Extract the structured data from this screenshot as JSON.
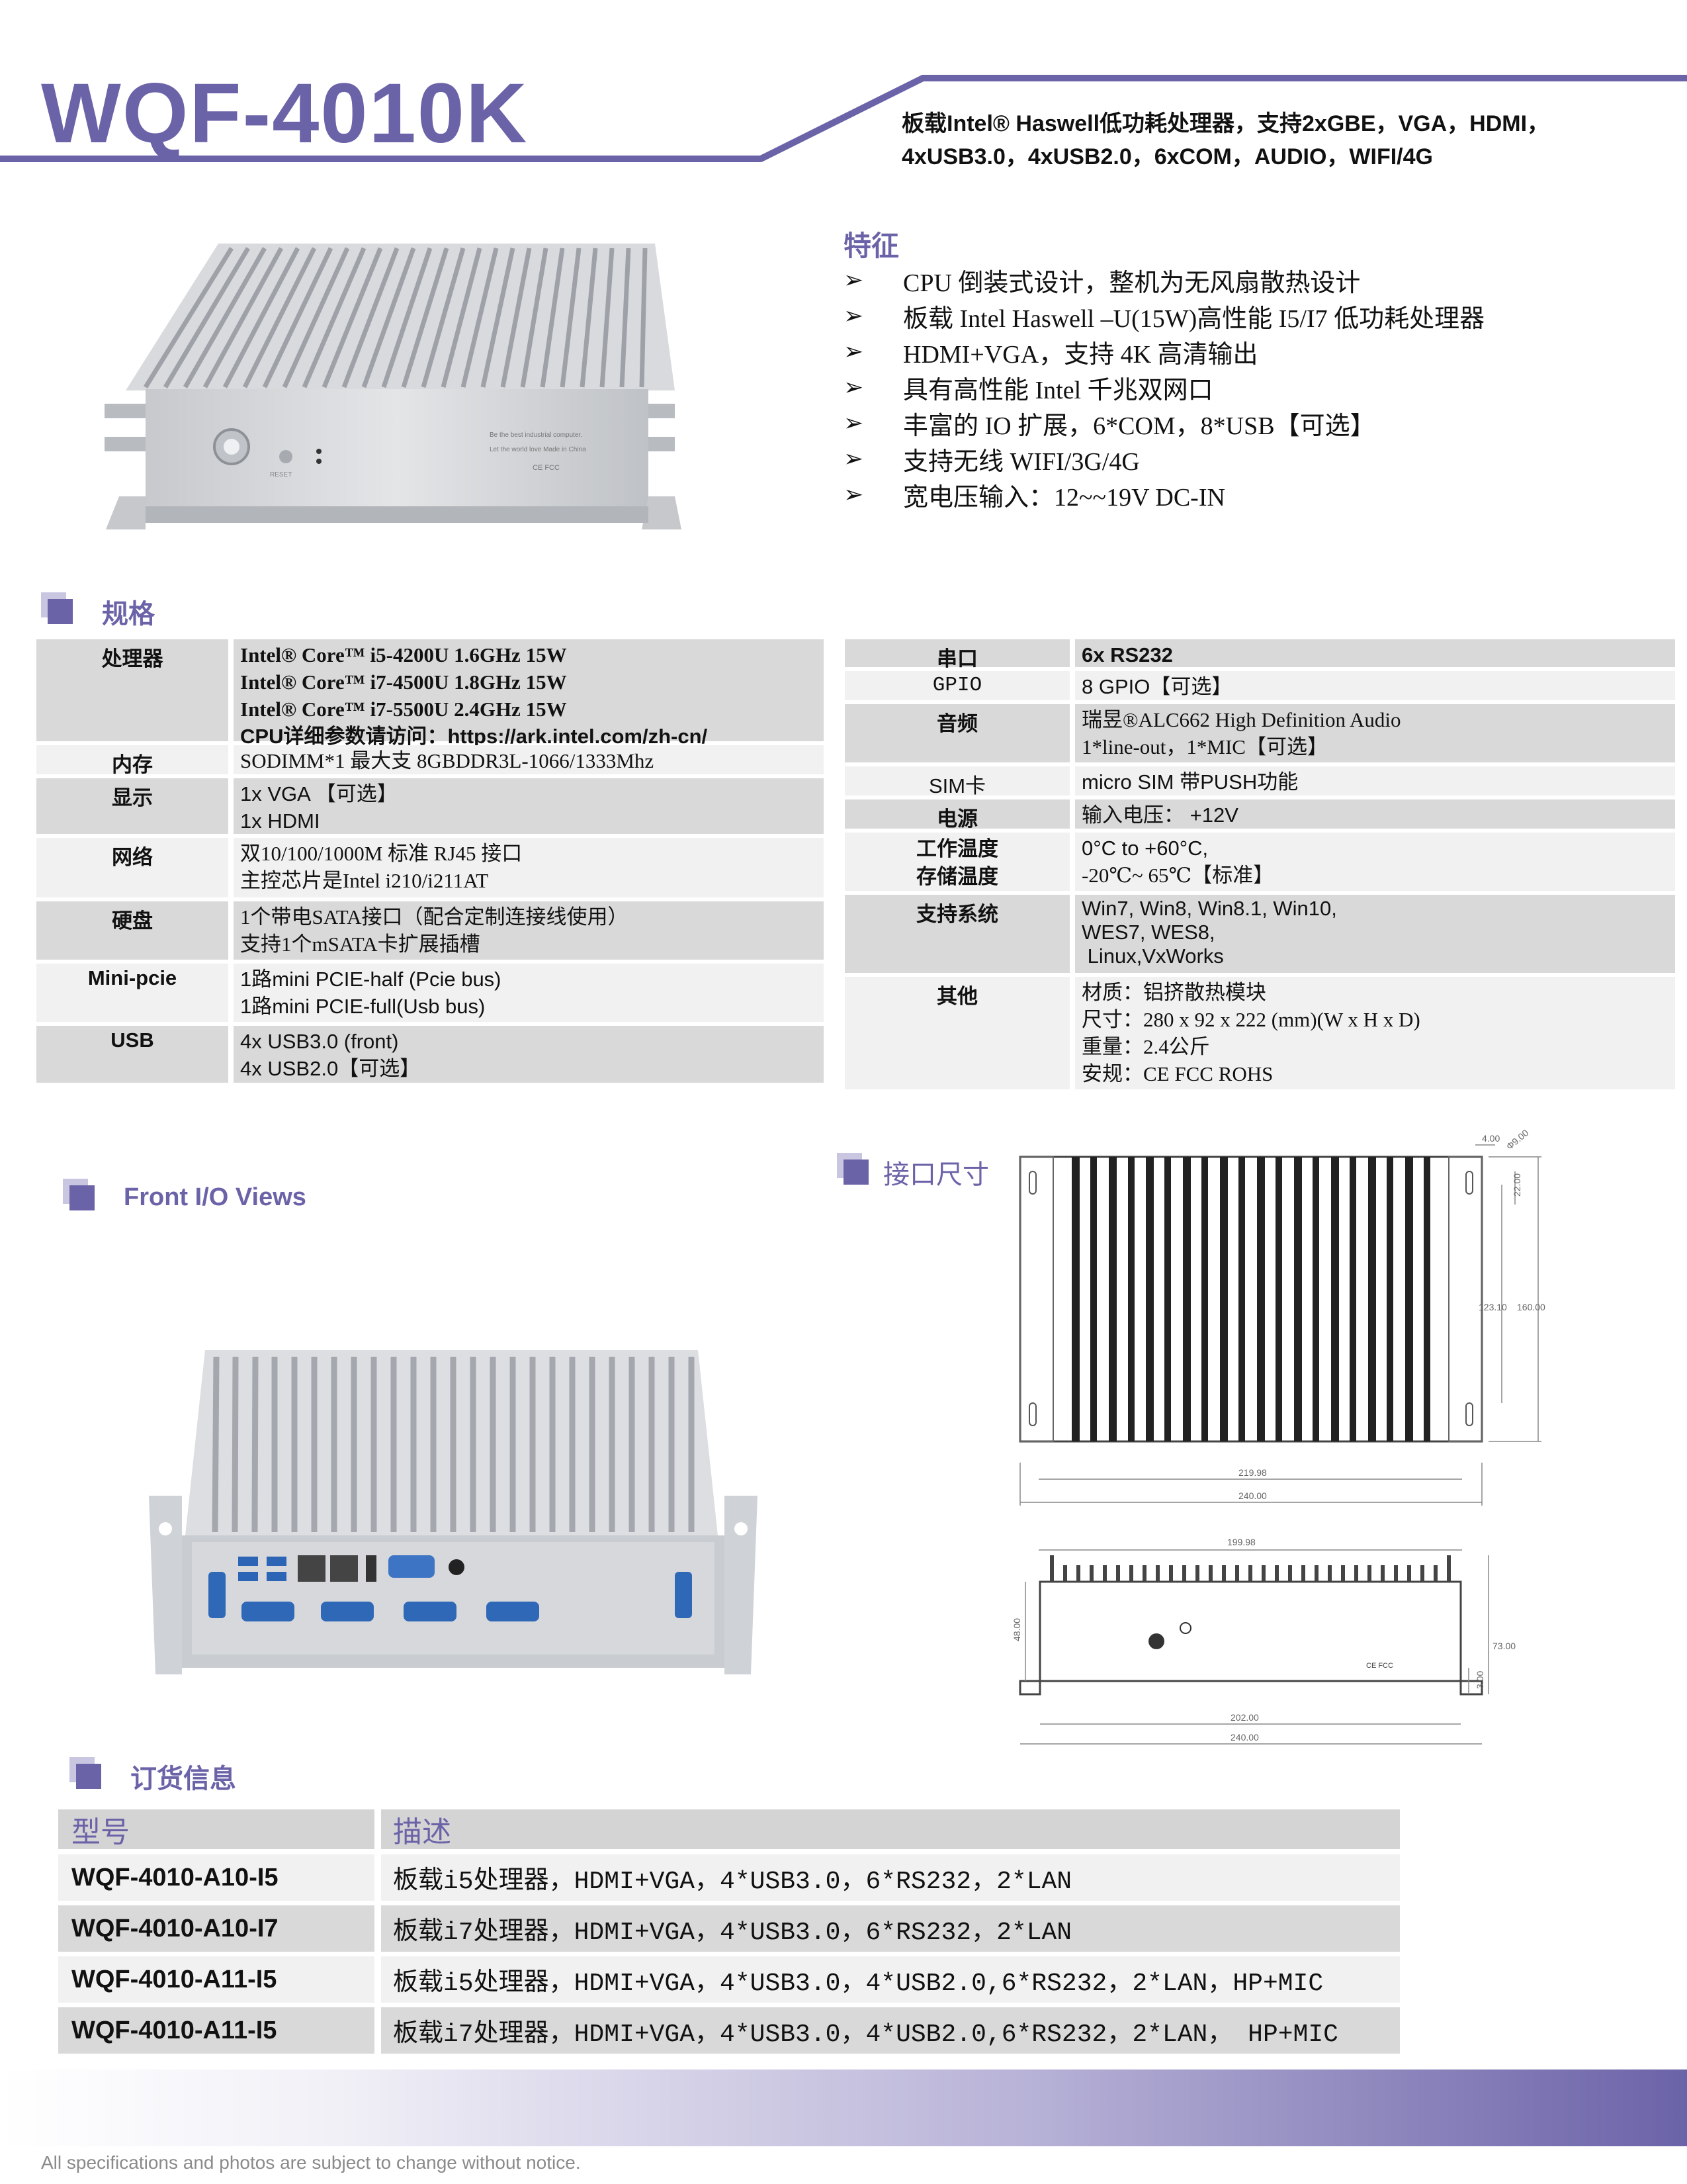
{
  "header": {
    "title": "WQF-4010K",
    "subtitle_line1": "板载Intel® Haswell低功耗处理器，支持2xGBE，VGA，HDMI，",
    "subtitle_line2": "4xUSB3.0，4xUSB2.0，6xCOM，AUDIO，WIFI/4G"
  },
  "colors": {
    "accent": "#6b63a8",
    "accent_light": "#c9c6e2",
    "row_dark": "#d9d9d9",
    "row_light": "#f1f1f1"
  },
  "features": {
    "title": "特征",
    "items": [
      "CPU 倒装式设计，整机为无风扇散热设计",
      "板载 Intel Haswell –U(15W)高性能 I5/I7 低功耗处理器",
      "HDMI+VGA，支持 4K 高清输出",
      "具有高性能 Intel 千兆双网口",
      "丰富的 IO 扩展，6*COM，8*USB【可选】",
      "支持无线 WIFI/3G/4G",
      "宽电压输入：12~~19V DC-IN"
    ]
  },
  "product_image": {
    "front_text_1": "Be the best industrial computer.",
    "front_text_2": "Let the world love Made in China",
    "cert": "CE   FCC",
    "reset_label": "RESET"
  },
  "specs": {
    "title": "规格",
    "left": [
      {
        "key": "处理器",
        "lines": [
          "Intel® Core™ i5-4200U 1.6GHz  15W",
          "Intel® Core™ i7-4500U 1.8GHz  15W",
          "Intel® Core™ i7-5500U 2.4GHz  15W",
          "CPU详细参数请访问：https://ark.intel.com/zh-cn/"
        ]
      },
      {
        "key": "内存",
        "lines": [
          "SODIMM*1 最大支 8GBDDR3L-1066/1333Mhz"
        ]
      },
      {
        "key": "显示",
        "lines": [
          "1x VGA  【可选】",
          "1x HDMI"
        ]
      },
      {
        "key": "网络",
        "lines": [
          "双10/100/1000M 标准 RJ45 接口",
          "主控芯片是Intel i210/i211AT"
        ]
      },
      {
        "key": "硬盘",
        "lines": [
          "1个带电SATA接口（配合定制连接线使用）",
          "支持1个mSATA卡扩展插槽"
        ]
      },
      {
        "key": "Mini-pcie",
        "lines": [
          "1路mini PCIE-half (Pcie bus)",
          "1路mini PCIE-full(Usb bus)"
        ]
      },
      {
        "key": "USB",
        "lines": [
          "4x USB3.0 (front)",
          "4x USB2.0【可选】"
        ]
      }
    ],
    "right": [
      {
        "key": "串口",
        "lines": [
          "6x RS232"
        ]
      },
      {
        "key": "GPIO",
        "lines": [
          "8 GPIO【可选】"
        ]
      },
      {
        "key": "音频",
        "lines": [
          "瑞昱®ALC662 High Definition Audio",
          "1*line-out，1*MIC【可选】"
        ]
      },
      {
        "key": "SIM卡",
        "lines": [
          "micro SIM 带PUSH功能"
        ]
      },
      {
        "key": "电源",
        "lines": [
          "输入电压： +12V"
        ]
      },
      {
        "key": "工作温度\n存储温度",
        "lines": [
          "0°C to +60°C,",
          "-20℃~ 65℃【标准】"
        ]
      },
      {
        "key": "支持系统",
        "lines": [
          "Win7, Win8, Win8.1, Win10,",
          "WES7, WES8,",
          " Linux,VxWorks"
        ]
      },
      {
        "key": "其他",
        "lines": [
          "材质：铝挤散热模块",
          "尺寸：280 x 92 x 222 (mm)(W x H x D)",
          "重量：2.4公斤",
          "安规：CE FCC ROHS"
        ]
      }
    ]
  },
  "front_io": {
    "title": "Front I/O Views"
  },
  "dimensions": {
    "title": "接口尺寸",
    "labels": {
      "d1": "4.00",
      "d2": "Φ9.00",
      "d3": "22.00",
      "d4": "123.10",
      "d5": "160.00",
      "d6": "219.98",
      "d7": "240.00",
      "d8": "199.98",
      "d9": "48.00",
      "d10": "73.00",
      "d11": "3.00",
      "d12": "202.00",
      "d13": "240.00",
      "cert": "CE FCC"
    }
  },
  "ordering": {
    "title": "订货信息",
    "header_model": "型号",
    "header_desc": "描述",
    "rows": [
      {
        "model": "WQF-4010-A10-I5",
        "desc": "板载i5处理器，HDMI+VGA，4*USB3.0，6*RS232，2*LAN"
      },
      {
        "model": "WQF-4010-A10-I7",
        "desc": "板载i7处理器，HDMI+VGA，4*USB3.0，6*RS232，2*LAN"
      },
      {
        "model": "WQF-4010-A11-I5",
        "desc": "板载i5处理器，HDMI+VGA，4*USB3.0，4*USB2.0,6*RS232，2*LAN，HP+MIC"
      },
      {
        "model": "WQF-4010-A11-I5",
        "desc": "板载i7处理器，HDMI+VGA，4*USB3.0，4*USB2.0,6*RS232，2*LAN， HP+MIC"
      }
    ]
  },
  "footer": {
    "note": "All specifications and photos are subject to change without notice."
  }
}
